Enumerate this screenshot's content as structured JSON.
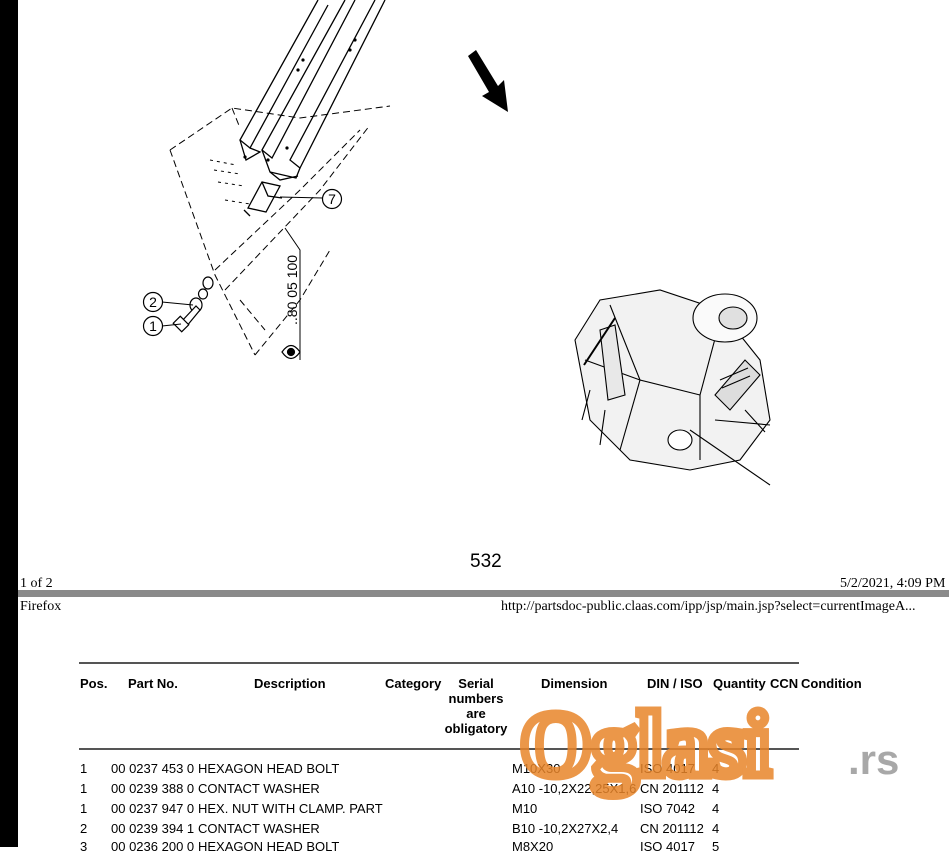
{
  "drawing": {
    "callouts": [
      "1",
      "2",
      "7"
    ],
    "figure_code": "..80 05 100",
    "page_number": "532"
  },
  "print_footer": {
    "page_count": "1 of 2",
    "date": "5/2/2021, 4:09 PM"
  },
  "print_header": {
    "browser": "Firefox",
    "url": "http://partsdoc-public.claas.com/ipp/jsp/main.jsp?select=currentImageA..."
  },
  "table": {
    "headers": [
      "Pos.",
      "Part No.",
      "Description",
      "Category",
      "Serial numbers are obligatory",
      "Dimension",
      "DIN / ISO",
      "Quantity",
      "CCN",
      "Condition"
    ],
    "rows": [
      {
        "pos": "1",
        "part": "00 0237 453 0",
        "desc": "HEXAGON HEAD BOLT",
        "dim": "M10X30",
        "din": "ISO 4017",
        "qty": "4"
      },
      {
        "pos": "1",
        "part": "00 0239 388 0",
        "desc": "CONTACT WASHER",
        "dim": "A10 -10,2X22,25X1,6",
        "din": "CN 201112",
        "qty": "4"
      },
      {
        "pos": "1",
        "part": "00 0237 947 0",
        "desc": "HEX. NUT WITH CLAMP. PART",
        "dim": "M10",
        "din": "ISO 7042",
        "qty": "4"
      },
      {
        "pos": "2",
        "part": "00 0239 394 1",
        "desc": "CONTACT WASHER",
        "dim": "B10 -10,2X27X2,4",
        "din": "CN 201112",
        "qty": "4"
      },
      {
        "pos": "3",
        "part": "00 0236 200 0",
        "desc": "HEXAGON HEAD BOLT",
        "dim": "M8X20",
        "din": "ISO 4017",
        "qty": "5"
      }
    ]
  },
  "watermark": {
    "brand": "Oglasi",
    "tld": ".rs",
    "color": "#e8852a"
  }
}
